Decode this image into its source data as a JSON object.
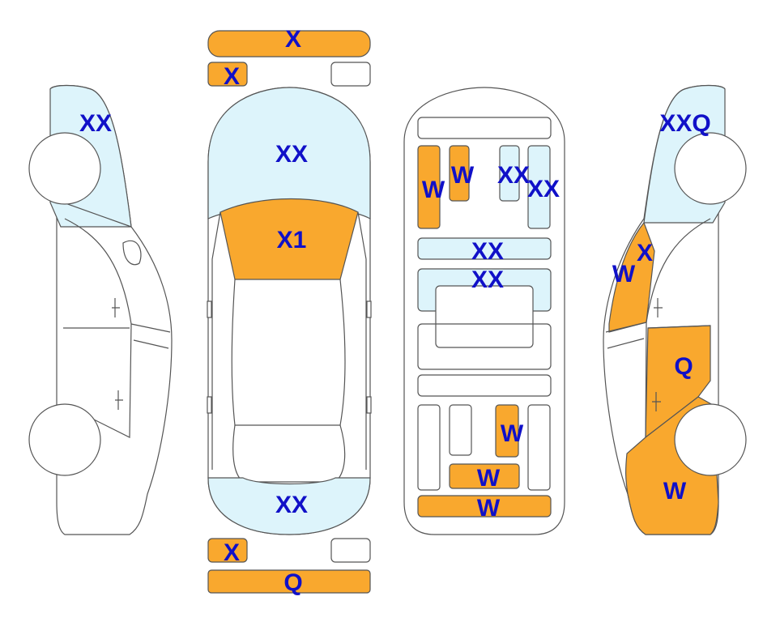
{
  "colors": {
    "damaged": "#F9A82E",
    "light": "#DDF4FB",
    "outline": "#555555",
    "label": "#1010C8",
    "background": "#FFFFFF"
  },
  "labels": {
    "front_bumper": "X",
    "front_left_corner": "X",
    "hood": "XX",
    "windshield": "X1",
    "trunk": "XX",
    "rear_left_corner": "X",
    "rear_bumper": "Q",
    "left_front_fender": "XX",
    "right_front_fender": "XXQ",
    "right_a_pillar": "X",
    "right_mirror_area": "W",
    "right_rear_door": "Q",
    "right_quarter_panel": "W",
    "floor_front_left_rail": "W",
    "floor_front_left_inner": "W",
    "floor_front_right_inner": "XX",
    "floor_front_right_rail": "XX",
    "floor_crossmember_1": "XX",
    "floor_crossmember_2": "XX",
    "floor_rear_right_rail": "W",
    "floor_rear_panel": "W",
    "floor_rear_end_panel": "W"
  }
}
